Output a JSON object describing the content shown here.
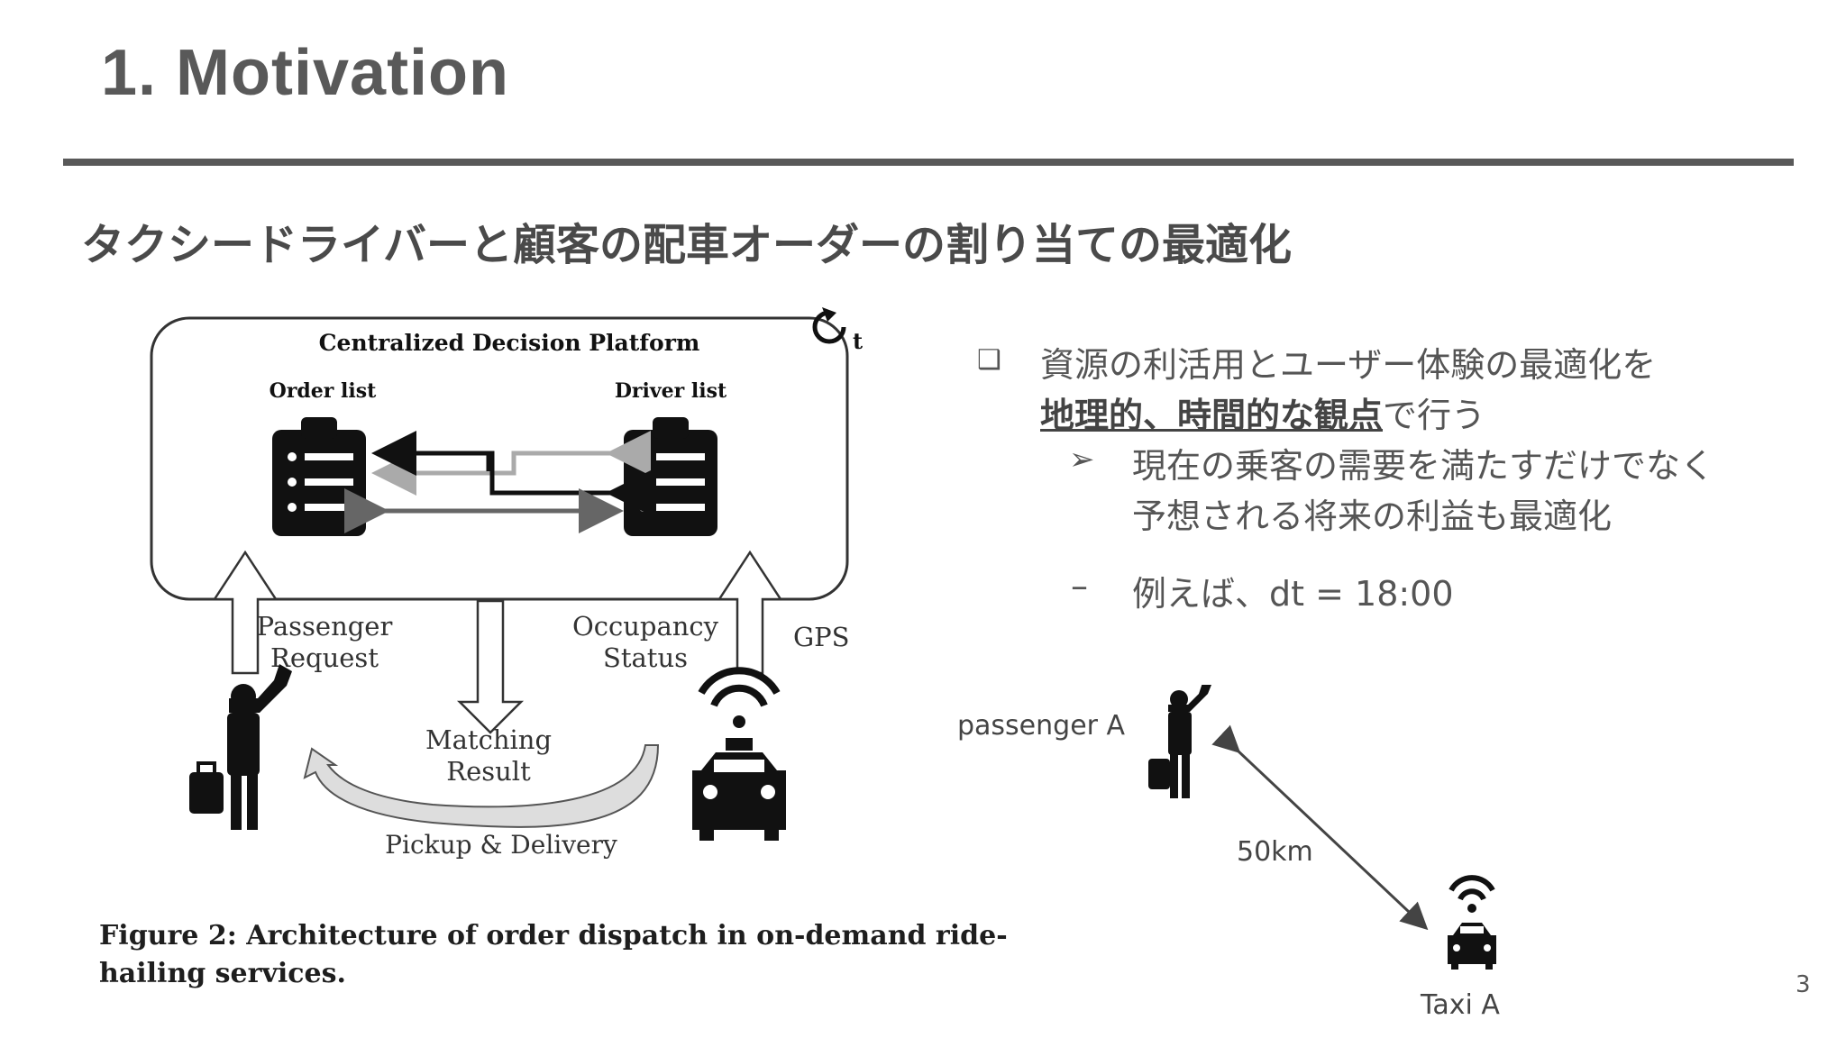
{
  "slide": {
    "title": "1. Motivation",
    "subtitle": "タクシードライバーと顧客の配車オーダーの割り当ての最適化",
    "page_number": "3"
  },
  "diagram": {
    "platform_label": "Centralized Decision Platform",
    "time_icon_label": "t",
    "order_list_label": "Order list",
    "driver_list_label": "Driver list",
    "passenger_request_line1": "Passenger",
    "passenger_request_line2": "Request",
    "occupancy_status_line1": "Occupancy",
    "occupancy_status_line2": "Status",
    "gps_label": "GPS",
    "matching_result_line1": "Matching",
    "matching_result_line2": "Result",
    "pickup_label": "Pickup & Delivery",
    "caption_line1": "Figure 2: Architecture of order dispatch in on-demand ride-",
    "caption_line2": "hailing services."
  },
  "bullets": {
    "b1_marker": "❑",
    "b1_line1": "資源の利活用とユーザー体験の最適化を",
    "b1_line2_bold": "地理的、時間的な観点",
    "b1_line2_rest": "で行う",
    "b2_marker": "➢",
    "b2_line1": "現在の乗客の需要を満たすだけでなく",
    "b2_line2": "予想される将来の利益も最適化",
    "b3_marker": "–",
    "b3_text": "例えば、dt = 18:00"
  },
  "example": {
    "passenger_label": "passenger A",
    "distance_label": "50km",
    "taxi_label": "Taxi A"
  }
}
